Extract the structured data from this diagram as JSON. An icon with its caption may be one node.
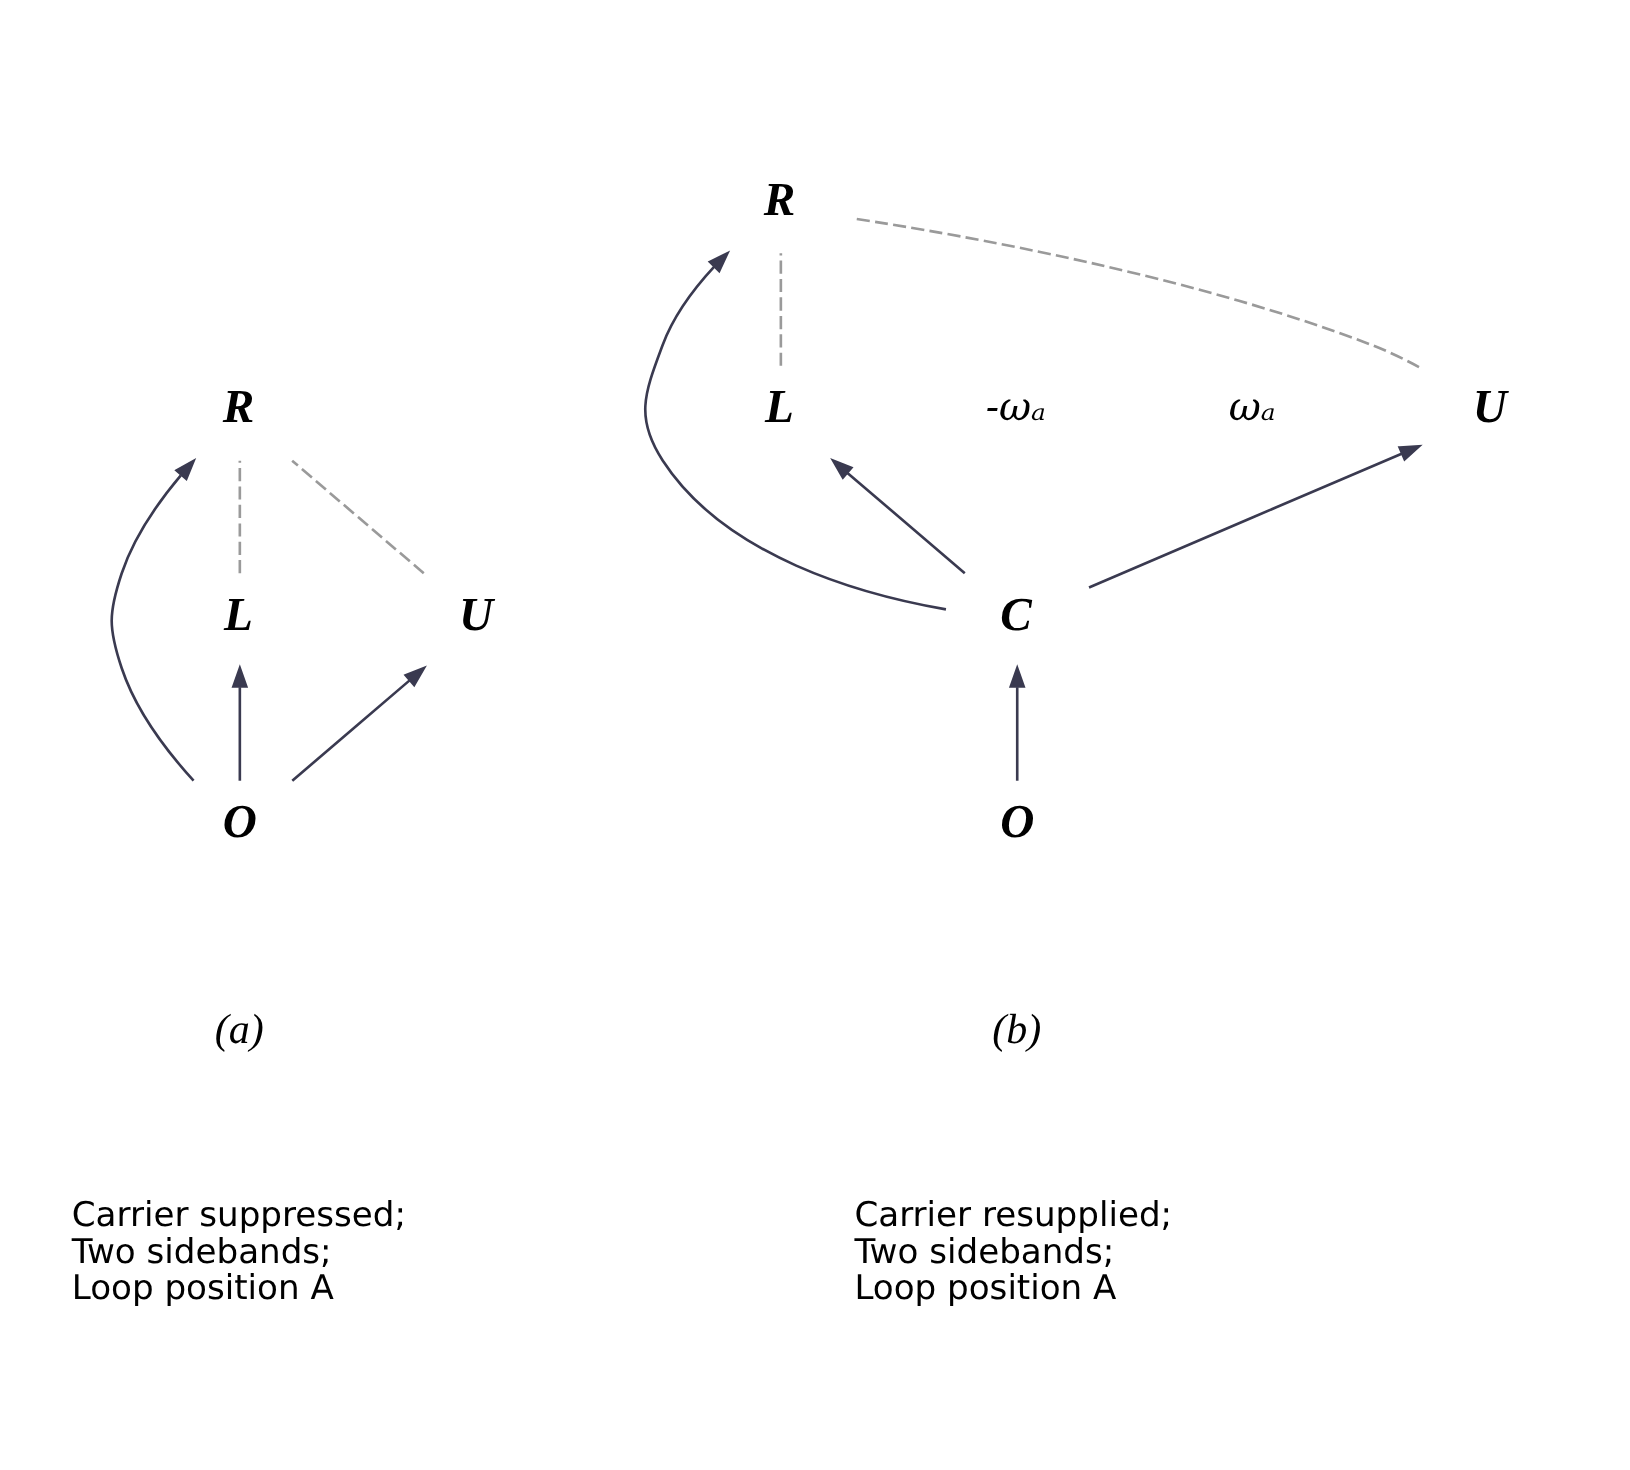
{
  "diagram": {
    "nodes": [
      {
        "text": [
          "R"
        ]
      },
      {
        "text": [
          "L"
        ]
      },
      {
        "text": [
          "U"
        ]
      },
      {
        "text": [
          "O"
        ]
      },
      {
        "text": [
          "R"
        ]
      },
      {
        "text": [
          "L"
        ]
      },
      {
        "text": [
          "U"
        ]
      },
      {
        "text": [
          "C"
        ]
      },
      {
        "text": [
          "O"
        ]
      }
    ],
    "edges": [
      {
        "from": 3,
        "to": 1,
        "arrow": "to"
      },
      {
        "from": 3,
        "to": 0,
        "arrow": "to"
      },
      {
        "from": 3,
        "to": 2,
        "arrow": "to"
      },
      {
        "from": 1,
        "to": 0,
        "arrow": "none",
        "style": "dashed",
        "color": "#9a9a9a"
      },
      {
        "from": 2,
        "to": 0,
        "arrow": "none",
        "style": "dashed",
        "color": "#9a9a9a"
      },
      {
        "from": 8,
        "to": 7,
        "arrow": "to"
      },
      {
        "from": 7,
        "to": 5,
        "arrow": "to"
      },
      {
        "from": 7,
        "to": 4,
        "arrow": "to"
      },
      {
        "from": 7,
        "to": 6,
        "arrow": "to"
      },
      {
        "from": 5,
        "to": 4,
        "arrow": "none",
        "style": "dashed",
        "color": "#9a9a9a"
      },
      {
        "from": 6,
        "to": 4,
        "arrow": "none",
        "style": "dashed",
        "color": "#9a9a9a"
      }
    ],
    "labels": [
      "-ωₐ",
      "ωₐ",
      "(a)",
      "Carrier suppressed;",
      "Two sidebands;",
      "Loop position A",
      "(b)",
      "Carrier resupplied;",
      "Two sidebands;",
      "Loop position A"
    ]
  }
}
